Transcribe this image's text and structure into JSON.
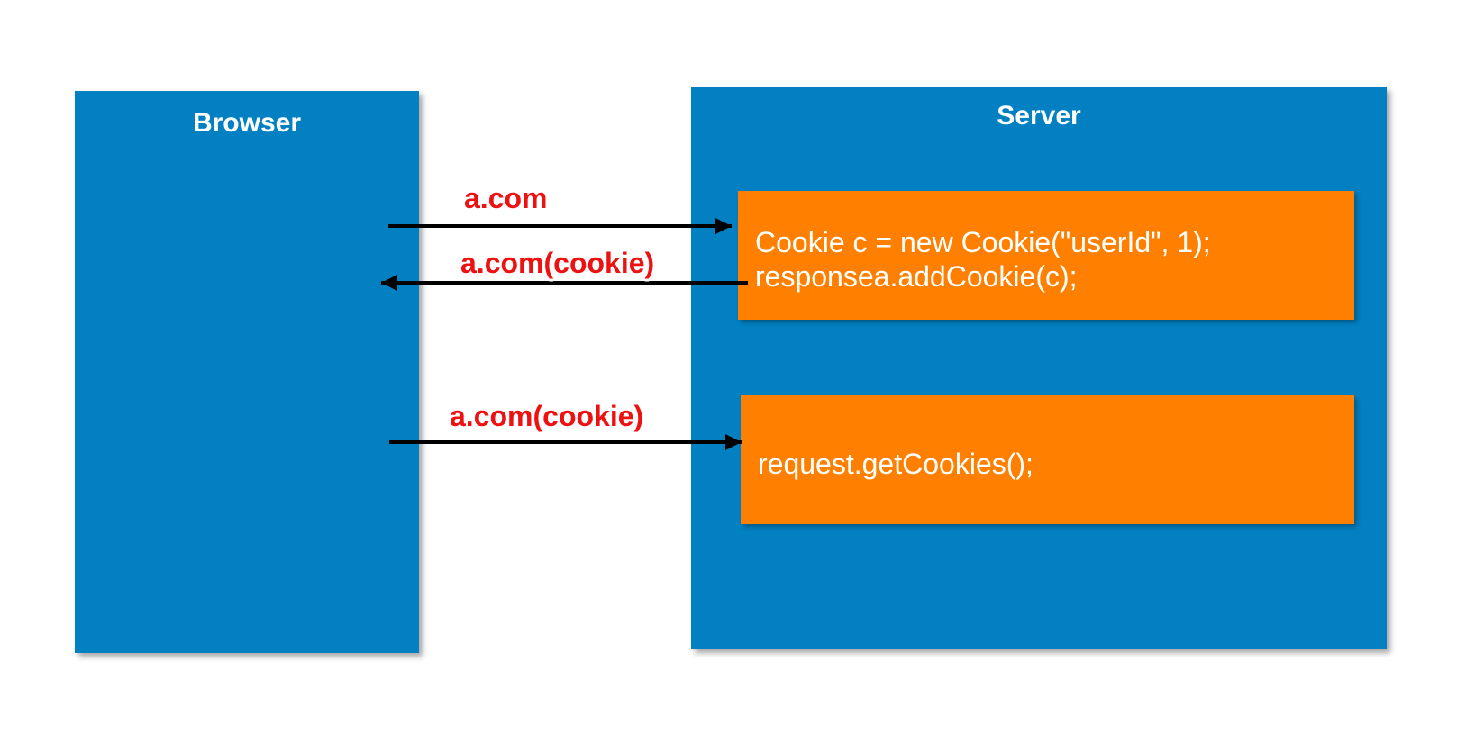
{
  "colors": {
    "box_blue": "#0380c2",
    "code_orange": "#ff8000",
    "label_red": "#ee1111",
    "arrow_black": "#000000"
  },
  "browser": {
    "title": "Browser"
  },
  "server": {
    "title": "Server",
    "set_cookie_block": {
      "lines": [
        "Cookie c = new Cookie(\"userId\", 1);",
        "responsea.addCookie(c);"
      ]
    },
    "get_cookie_block": {
      "lines": [
        "request.getCookies();"
      ]
    }
  },
  "arrows": [
    {
      "label": "a.com",
      "direction": "browser-to-server"
    },
    {
      "label": "a.com(cookie)",
      "direction": "server-to-browser"
    },
    {
      "label": "a.com(cookie)",
      "direction": "browser-to-server"
    }
  ]
}
